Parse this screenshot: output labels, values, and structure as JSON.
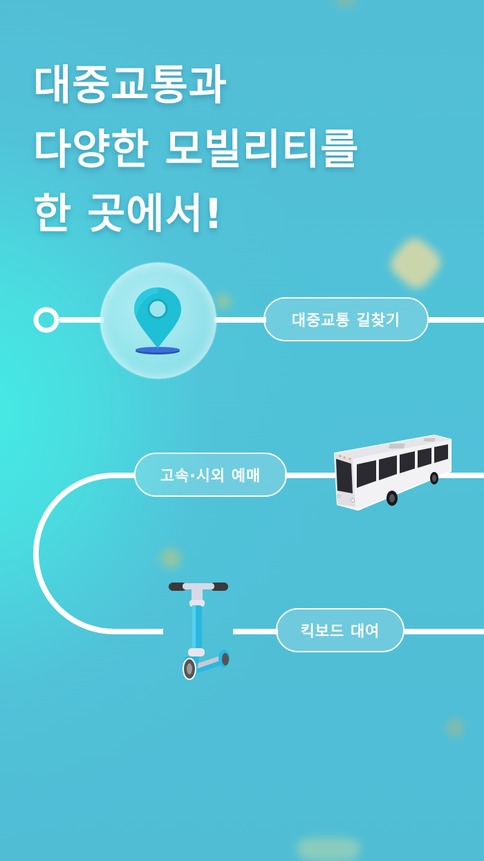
{
  "headline": {
    "lines": [
      "대중교통과",
      "다양한 모빌리티를",
      "한 곳에서!"
    ]
  },
  "features": [
    {
      "label": "대중교통 길찾기",
      "icon": "map-pin-icon"
    },
    {
      "label": "고속·시외 예매",
      "icon": "bus-icon"
    },
    {
      "label": "킥보드 대여",
      "icon": "kickboard-scooter-icon"
    }
  ],
  "colors": {
    "background": "#52bed6",
    "glow": "#44ece6",
    "line": "#ffffff",
    "pin": "#1fbfd6",
    "pin_base": "#2a5fc4"
  }
}
